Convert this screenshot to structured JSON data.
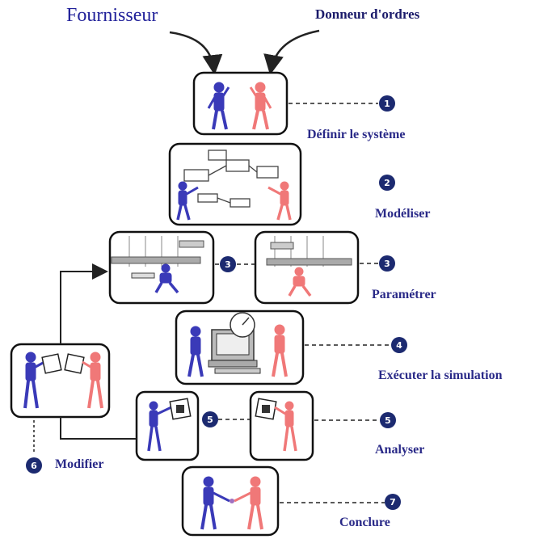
{
  "header": {
    "supplier": "Fournisseur",
    "client": "Donneur d'ordres"
  },
  "steps": [
    {
      "number": "1",
      "label": "Définir le système"
    },
    {
      "number": "2",
      "label": "Modéliser"
    },
    {
      "number": "3",
      "label": "Paramétrer"
    },
    {
      "number": "4",
      "label": "Exécuter la simulation"
    },
    {
      "number": "5",
      "label": "Analyser"
    },
    {
      "number": "6",
      "label": "Modifier"
    },
    {
      "number": "7",
      "label": "Conclure"
    }
  ],
  "colors": {
    "supplier_figure": "#3a3ab8",
    "client_figure": "#f07878",
    "badge": "#1c2a70",
    "line": "#222222"
  }
}
